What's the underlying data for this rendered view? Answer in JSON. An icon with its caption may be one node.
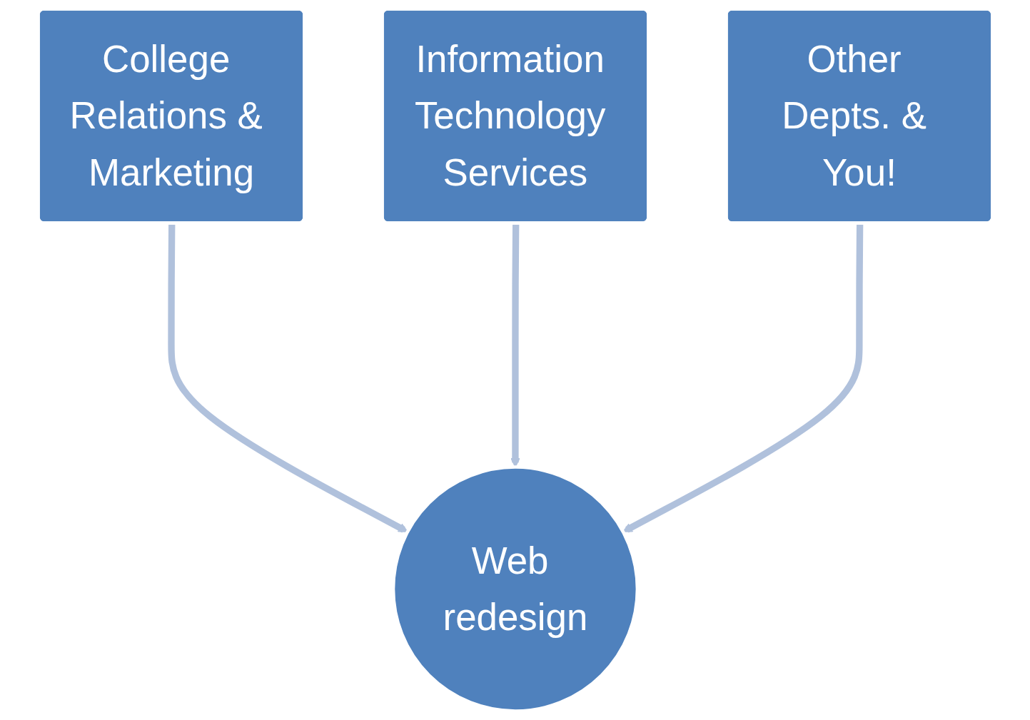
{
  "diagram": {
    "nodes": [
      {
        "text": [
          "College Relations & Marketing"
        ]
      },
      {
        "text": [
          "Information Technology Services"
        ]
      },
      {
        "text": [
          "Other Depts. & You!"
        ]
      },
      {
        "text": [
          "Web redesign"
        ]
      }
    ],
    "edges": [
      {
        "from": 0,
        "to": 3,
        "arrow": "to"
      },
      {
        "from": 1,
        "to": 3,
        "arrow": "to"
      },
      {
        "from": 2,
        "to": 3,
        "arrow": "to"
      }
    ]
  }
}
